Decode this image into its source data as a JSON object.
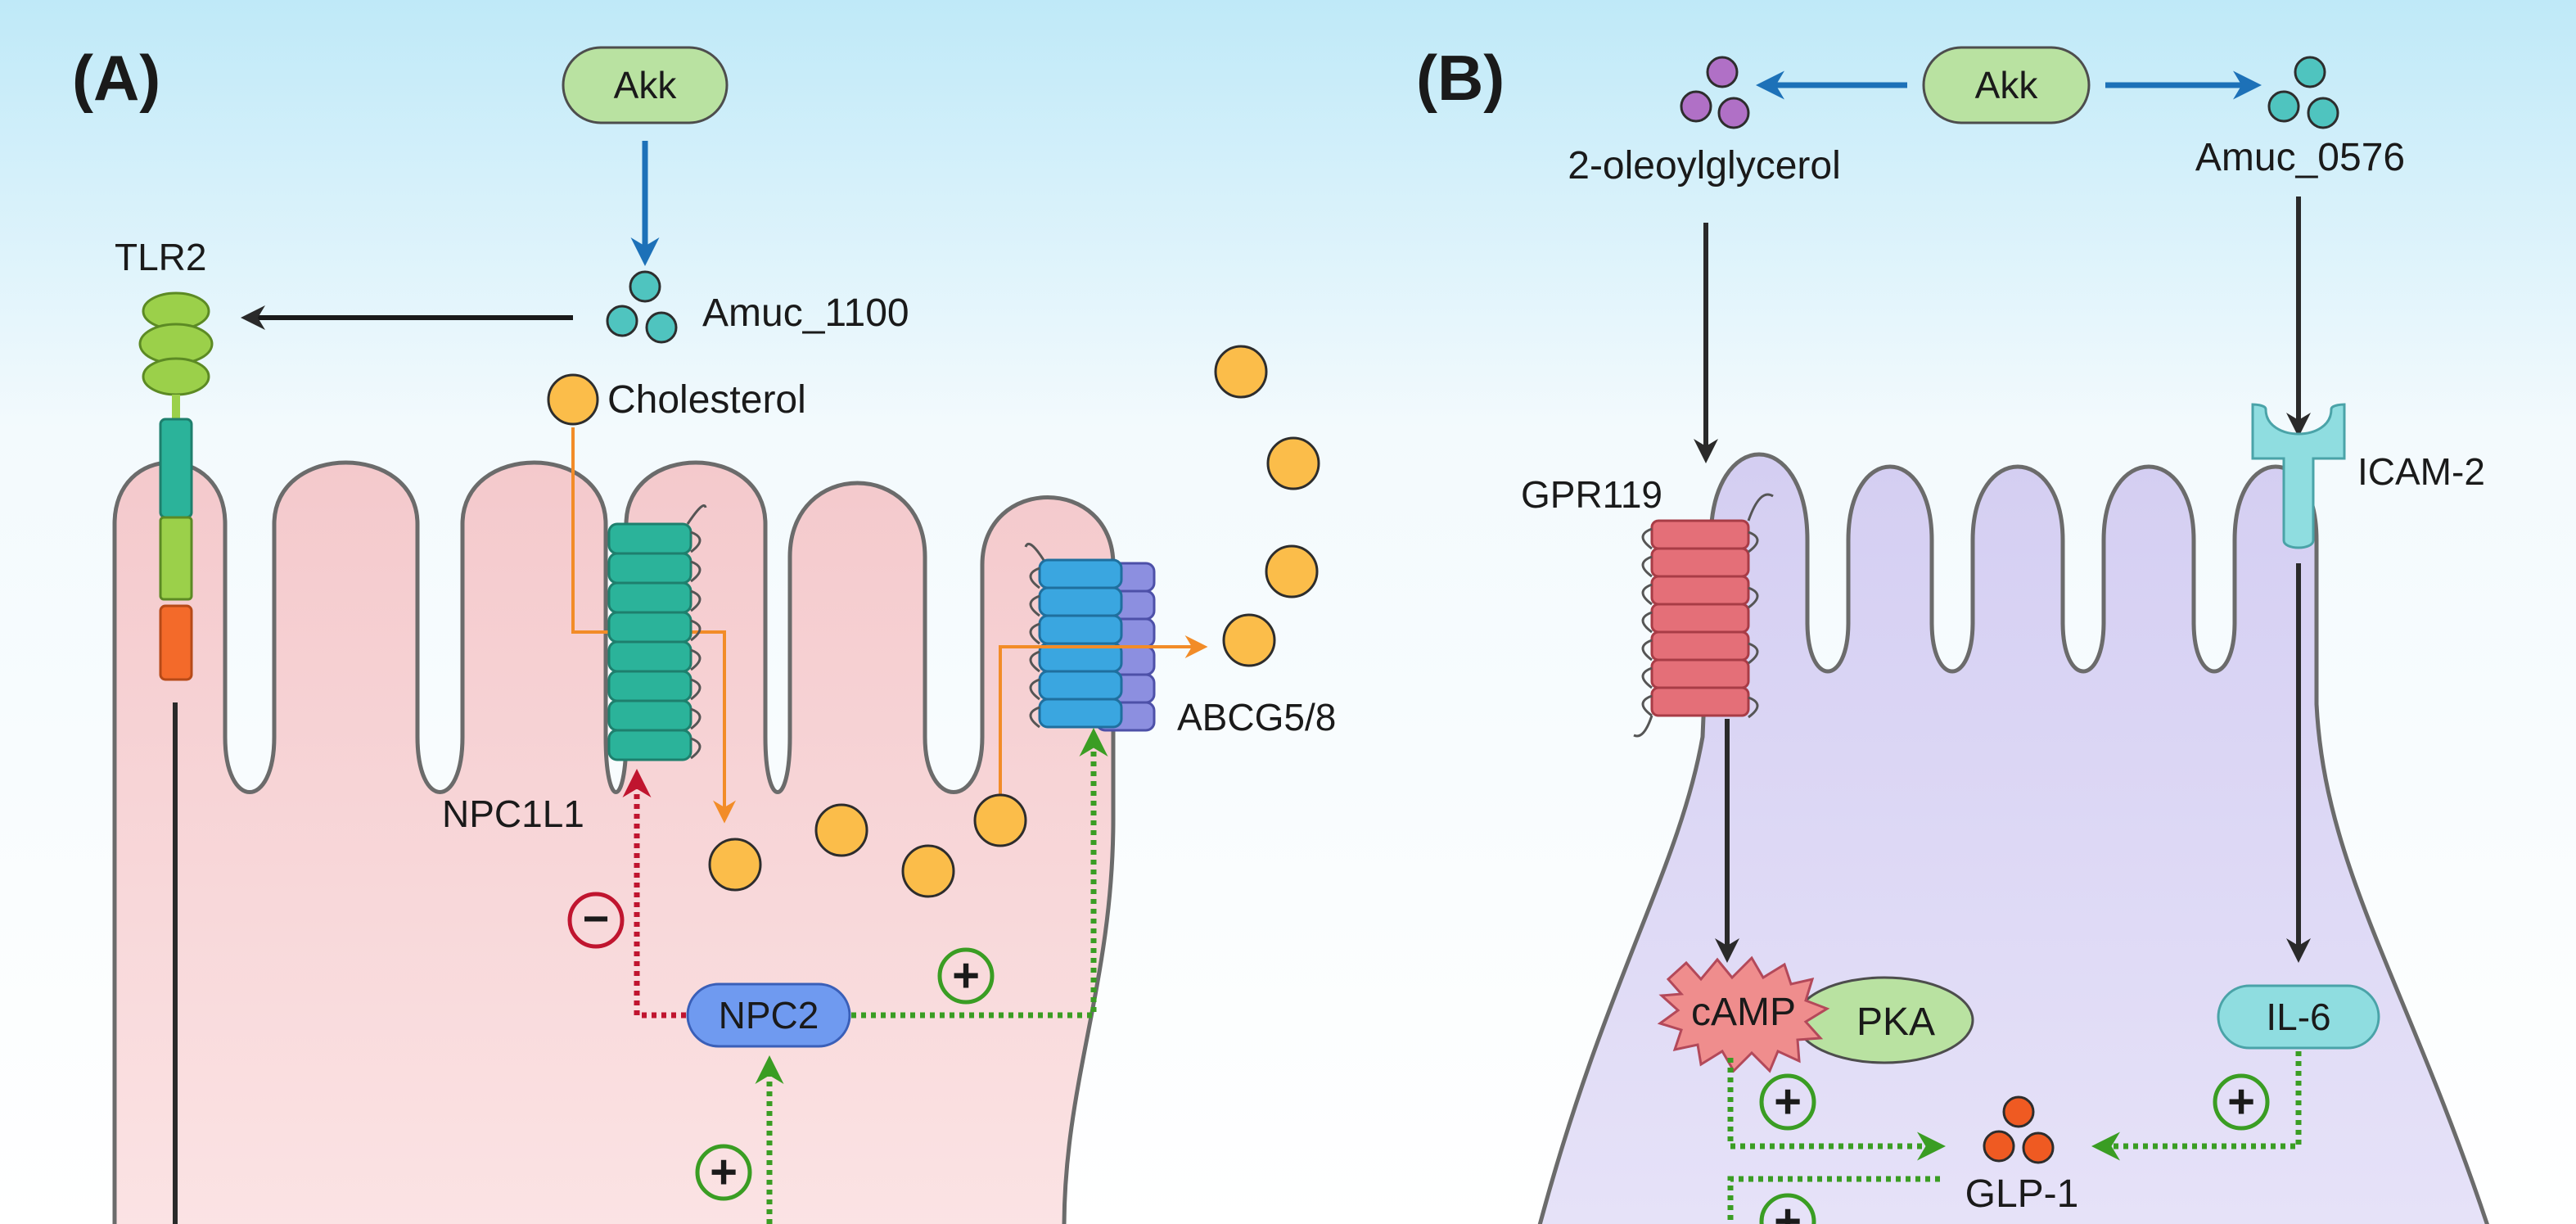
{
  "panels": {
    "a": {
      "label": "(A)",
      "akk": "Akk",
      "amuc_1100": "Amuc_1100",
      "tlr2": "TLR2",
      "cholesterol": "Cholesterol",
      "npc1l1": "NPC1L1",
      "abcg58": "ABCG5/8",
      "npc2": "NPC2"
    },
    "b": {
      "label": "(B)",
      "akk": "Akk",
      "oleoylglycerol": "2-oleoylglycerol",
      "amuc_0576": "Amuc_0576",
      "gpr119": "GPR119",
      "icam2": "ICAM-2",
      "camp": "cAMP",
      "pka": "PKA",
      "il6": "IL-6",
      "glp1": "GLP-1"
    }
  },
  "symbols": {
    "plus": "+",
    "minus": "−"
  },
  "colors": {
    "panel_a_cell": "#f6cfd1",
    "panel_b_cell": "#d8d3f3",
    "akk_pill": "#b9e2a1",
    "amuc_particle": "#4fc4bf",
    "cholesterol_particle": "#fbbd4a",
    "oleoylglycerol_particle": "#b070c6",
    "glp1_particle": "#ef5a22",
    "npc1l1_receptor": "#2bb39a",
    "abcg58_transporter": "#3aa6e0",
    "gpr119_receptor": "#e46f78",
    "icam2_receptor": "#8fdde0",
    "npc2_pill": "#6f9af0",
    "camp_burst": "#ef8d8d",
    "pka_pill": "#b9e2a1",
    "il6_pill": "#8fdde0",
    "arrow_blue": "#1d71b8",
    "arrow_black": "#1a1a1a",
    "arrow_orange": "#f28c28",
    "inhibit_red": "#c0152f",
    "promote_green": "#3a9d23"
  }
}
